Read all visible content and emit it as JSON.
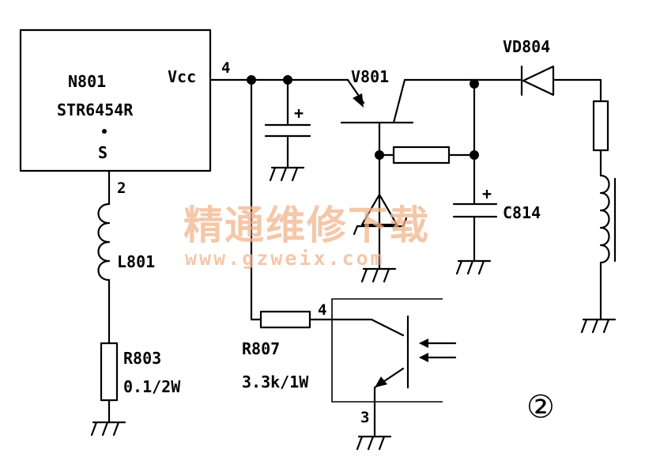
{
  "ic": {
    "name": "N801",
    "part": "STR6454R",
    "pin_vcc": "Vcc",
    "pin_s": "S",
    "pin4": "4",
    "pin2": "2"
  },
  "components": {
    "inductor": "L801",
    "resistor1_name": "R803",
    "resistor1_value": "0.1/2W",
    "transistor": "V801",
    "diode": "VD804",
    "capacitor": "C814",
    "resistor2_name": "R807",
    "resistor2_value": "3.3k/1W",
    "opto_pin4": "4",
    "opto_pin3": "3",
    "plus_sign": "+"
  },
  "figure_number": "②",
  "watermark": {
    "chinese": "精通维修下载",
    "url": "www.gzweix.com"
  }
}
